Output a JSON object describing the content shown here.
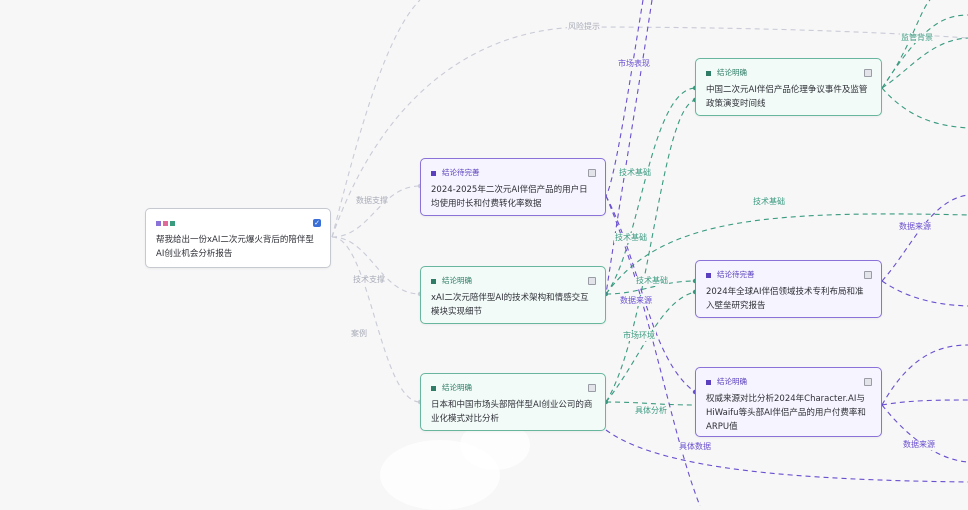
{
  "colors": {
    "background": "#f7f7f8",
    "green_accent": "#3a9b7f",
    "purple_accent": "#6a4fcf",
    "gray_edge": "#c9cbd6",
    "root_square_purple": "#8a72d8",
    "root_square_pink": "#e06b9a",
    "root_square_teal": "#3a9b7f",
    "checkbox_blue": "#3b6fd8"
  },
  "icons": {
    "root_check": "checkbox-checked-icon",
    "node_menu": "node-menu-icon",
    "status_square": "status-square-icon"
  },
  "root": {
    "title": "帮我给出一份xAI二次元爆火背后的陪伴型AI创业机会分析报告"
  },
  "nodes": {
    "n_user_data": {
      "status": "结论待完善",
      "title": "2024-2025年二次元AI伴侣产品的用户日均使用时长和付费转化率数据"
    },
    "n_xai_tech": {
      "status": "结论明确",
      "title": "xAI二次元陪伴型AI的技术架构和情感交互模块实现细节"
    },
    "n_japan_china": {
      "status": "结论明确",
      "title": "日本和中国市场头部陪伴型AI创业公司的商业化模式对比分析"
    },
    "n_ethics": {
      "status": "结论明确",
      "title": "中国二次元AI伴侣产品伦理争议事件及监管政策演变时间线"
    },
    "n_patents": {
      "status": "结论待完善",
      "title": "2024年全球AI伴侣领域技术专利布局和准入壁垒研究报告"
    },
    "n_arpu": {
      "status": "结论明确",
      "title": "权威来源对比分析2024年Character.AI与HiWaifu等头部AI伴侣产品的用户付费率和ARPU值"
    }
  },
  "edge_labels": {
    "risk": "风险提示",
    "data_support": "数据支撑",
    "tech_support": "技术支撑",
    "case": "案例",
    "market_perf": "市场表现",
    "tech_basis_1": "技术基础",
    "tech_basis_2": "技术基础",
    "tech_basis_3": "技术基础",
    "tech_basis_4": "技术基础",
    "regulation": "监管背景",
    "data_source_1": "数据来源",
    "data_source_2": "数据来源",
    "data_source_3": "数据来源",
    "market_env": "市场环境",
    "specific_case": "具体分析",
    "specific_data": "具体数据"
  }
}
